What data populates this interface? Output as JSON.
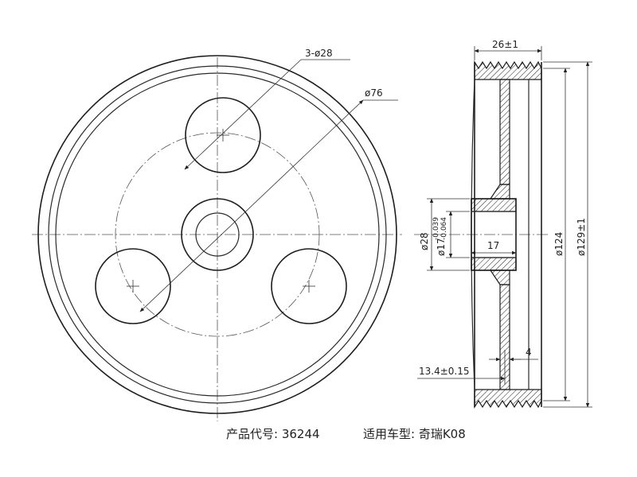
{
  "front_view": {
    "label_holes": "3-ø28",
    "label_pcd": "ø76"
  },
  "side_view": {
    "dim_width": "26±1",
    "dim_hub_outer": "ø28",
    "dim_bore": "ø17",
    "dim_bore_tol_upper": "-0.039",
    "dim_bore_tol_lower": "-0.064",
    "dim_hub_length": "17",
    "dim_outer": "ø124",
    "dim_overall": "ø129±1",
    "dim_web": "4",
    "dim_offset": "13.4±0.15"
  },
  "caption": {
    "product_code_label": "产品代号:",
    "product_code_value": "36244",
    "vehicle_label": "适用车型:",
    "vehicle_value": "奇瑞K08"
  }
}
